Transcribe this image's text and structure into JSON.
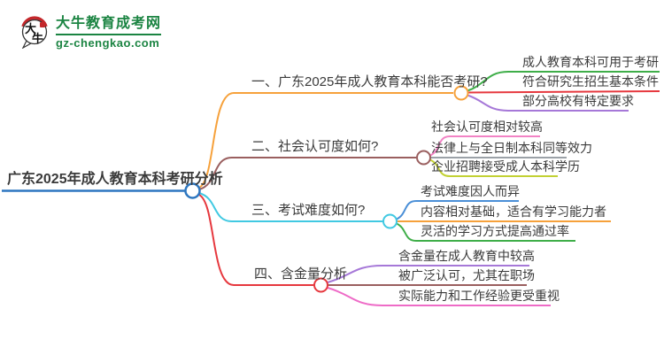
{
  "logo": {
    "title": "大牛教育成考网",
    "subtitle": "gz-chengkao.com",
    "icon_char_top": "大",
    "icon_char_bottom": "牛",
    "brand_color": "#1b8442",
    "icon_accent_color": "#c4272b"
  },
  "mindmap": {
    "root": {
      "label": "广东2025年成人教育本科考研分析",
      "color": "#2e77c0"
    },
    "branches": [
      {
        "label": "一、广东2025年成人教育本科能否考研?",
        "color": "#f6a13b",
        "children": [
          {
            "label": "成人教育本科可用于考研",
            "color": "#3fae49"
          },
          {
            "label": "符合研究生招生基本条件",
            "color": "#e6383e"
          },
          {
            "label": "部分高校有特定要求",
            "color": "#a678d8"
          }
        ]
      },
      {
        "label": "二、社会认可度如何?",
        "color": "#9a5f5f",
        "children": [
          {
            "label": "社会认可度相对较高",
            "color": "#f283c5"
          },
          {
            "label": "法律上与全日制本科同等效力",
            "color": "#9ba1a7"
          },
          {
            "label": "企业招聘接受成人本科学历",
            "color": "#c2d134"
          }
        ]
      },
      {
        "label": "三、考试难度如何?",
        "color": "#41c9e2",
        "children": [
          {
            "label": "考试难度因人而异",
            "color": "#4a8fd7"
          },
          {
            "label": "内容相对基础，适合有学习能力者",
            "color": "#f6a13b"
          },
          {
            "label": "灵活的学习方式提高通过率",
            "color": "#3fae49"
          }
        ]
      },
      {
        "label": "四、含金量分析",
        "color": "#e6383e",
        "children": [
          {
            "label": "含金量在成人教育中较高",
            "color": "#a678d8"
          },
          {
            "label": "被广泛认可，尤其在职场",
            "color": "#9a5f5f"
          },
          {
            "label": "实际能力和工作经验更受重视",
            "color": "#ee6bc7"
          }
        ]
      }
    ]
  }
}
